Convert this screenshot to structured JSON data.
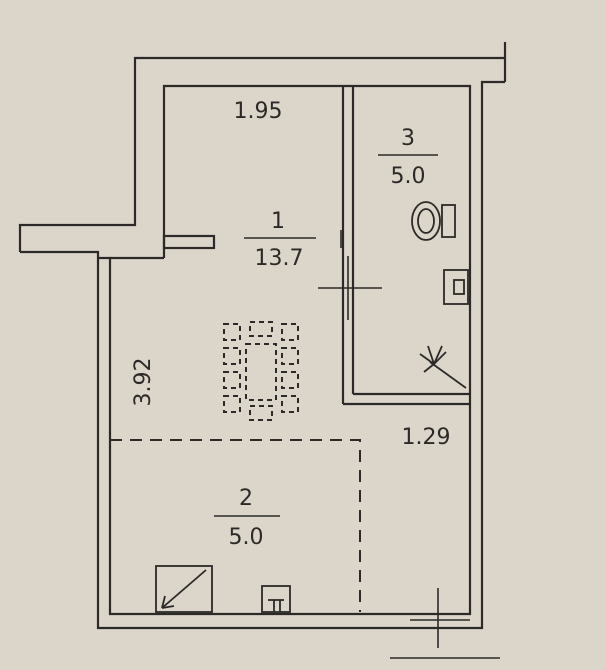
{
  "rooms": [
    {
      "number": "1",
      "area": "13.7"
    },
    {
      "number": "2",
      "area": "5.0"
    },
    {
      "number": "3",
      "area": "5.0"
    }
  ],
  "dimensions": {
    "top_width": "1.95",
    "left_height": "3.92",
    "corridor_width": "1.29"
  }
}
